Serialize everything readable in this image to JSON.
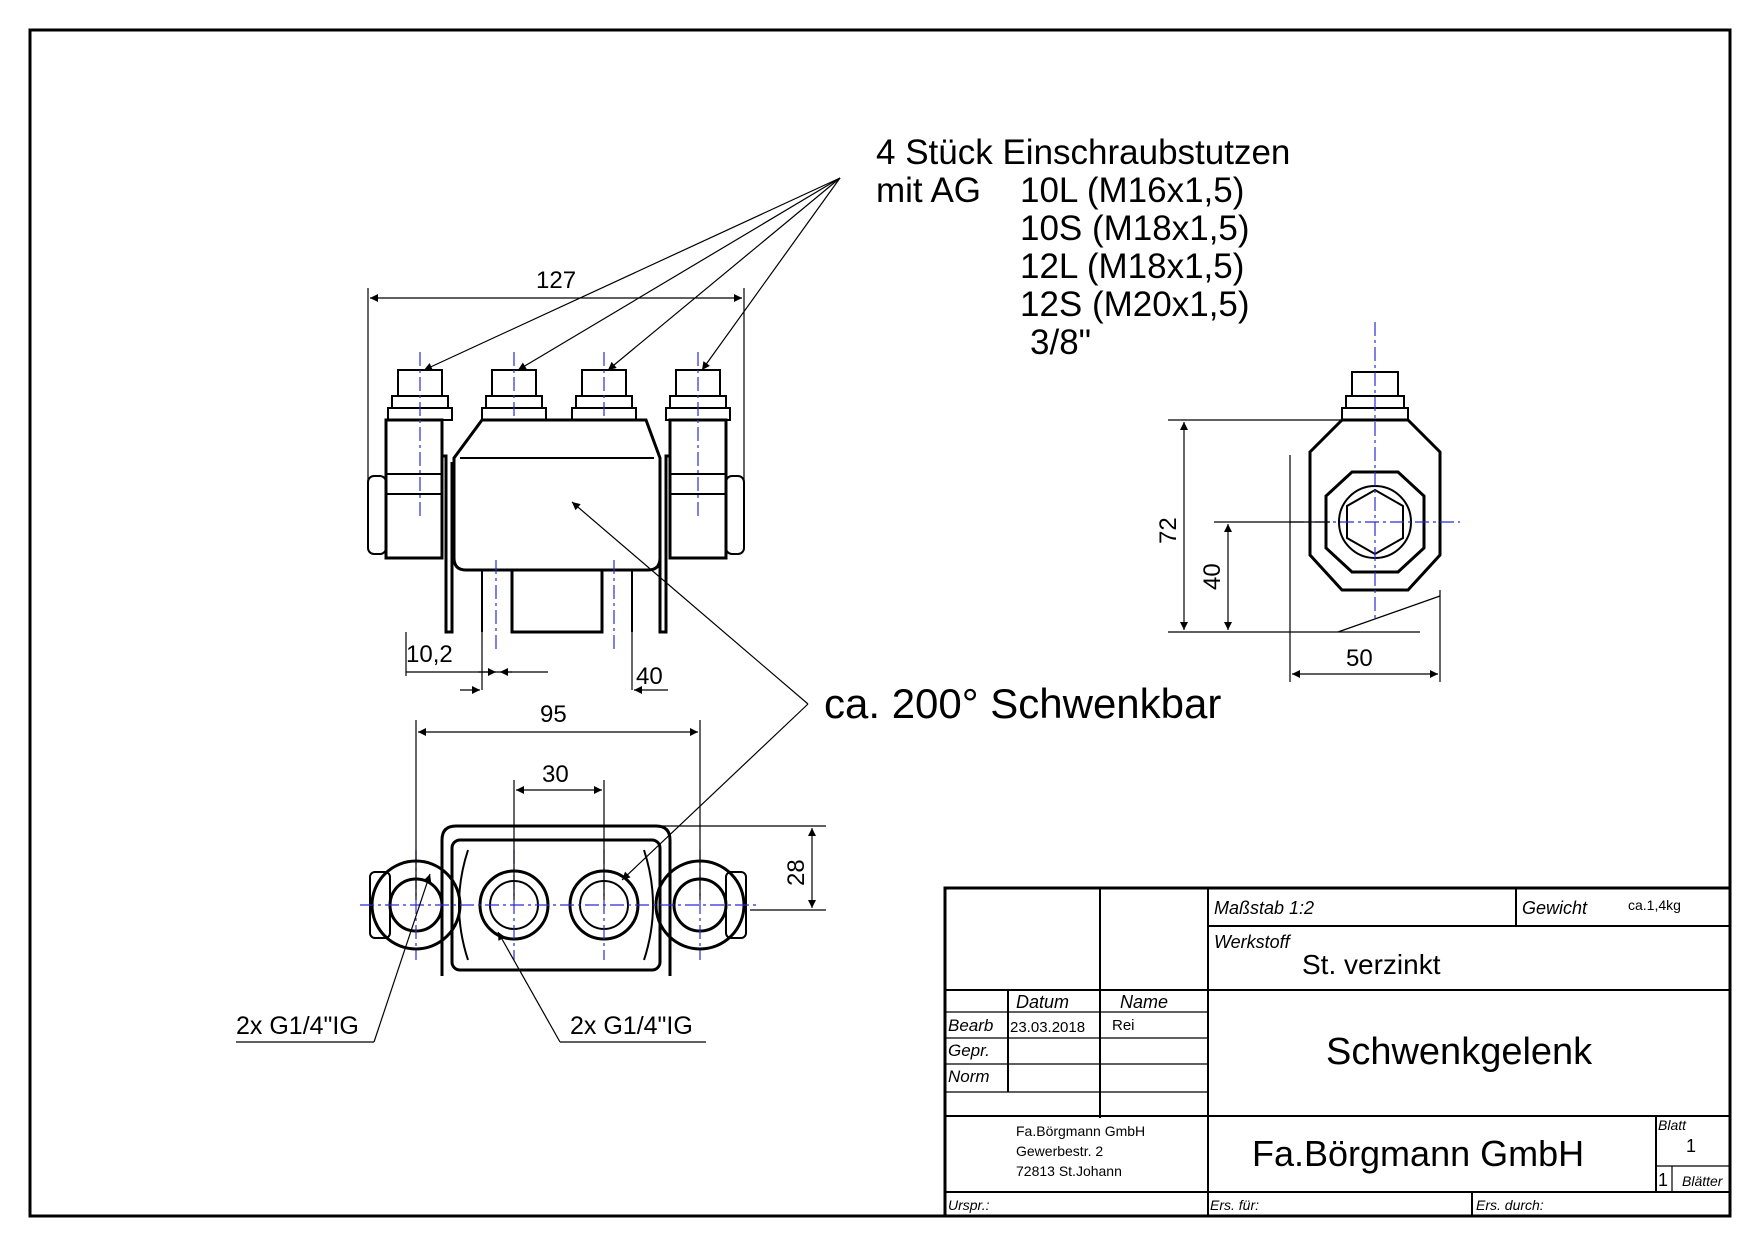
{
  "callouts": {
    "fittings": {
      "line1": "4 Stück Einschraubstutzen",
      "line2_prefix": "mit AG",
      "line2_value": "10L (M16x1,5)",
      "line3": "10S (M18x1,5)",
      "line4": "12L (M18x1,5)",
      "line5": "12S (M20x1,5)",
      "line6": "3/8\""
    },
    "swivel": "ca. 200° Schwenkbar",
    "port_left": "2x G1/4\"IG",
    "port_right": "2x G1/4\"IG"
  },
  "dimensions": {
    "overall_width": "127",
    "offset_left": "10,2",
    "offset_right": "40",
    "width_95": "95",
    "pitch_30": "30",
    "height_28": "28",
    "height_72": "72",
    "height_40": "40",
    "width_50": "50"
  },
  "title_block": {
    "scale": "Maßstab 1:2",
    "weight_label": "Gewicht",
    "weight_value": "ca.1,4kg",
    "material_label": "Werkstoff",
    "material_value": "St. verzinkt",
    "col_date": "Datum",
    "col_name": "Name",
    "row_bearb": "Bearb",
    "row_gepr": "Gepr.",
    "row_norm": "Norm",
    "bearb_date": "23.03.2018",
    "bearb_name": "Rei",
    "title": "Schwenkgelenk",
    "company_addr_1": "Fa.Börgmann GmbH",
    "company_addr_2": "Gewerbestr. 2",
    "company_addr_3": "72813 St.Johann",
    "company": "Fa.Börgmann GmbH",
    "sheet_label": "Blatt",
    "sheet_value": "1",
    "sheets_value": "1",
    "sheets_label": "Blätter",
    "origin_label": "Urspr.:",
    "replaces_label": "Ers. für:",
    "replaced_by_label": "Ers. durch:"
  }
}
